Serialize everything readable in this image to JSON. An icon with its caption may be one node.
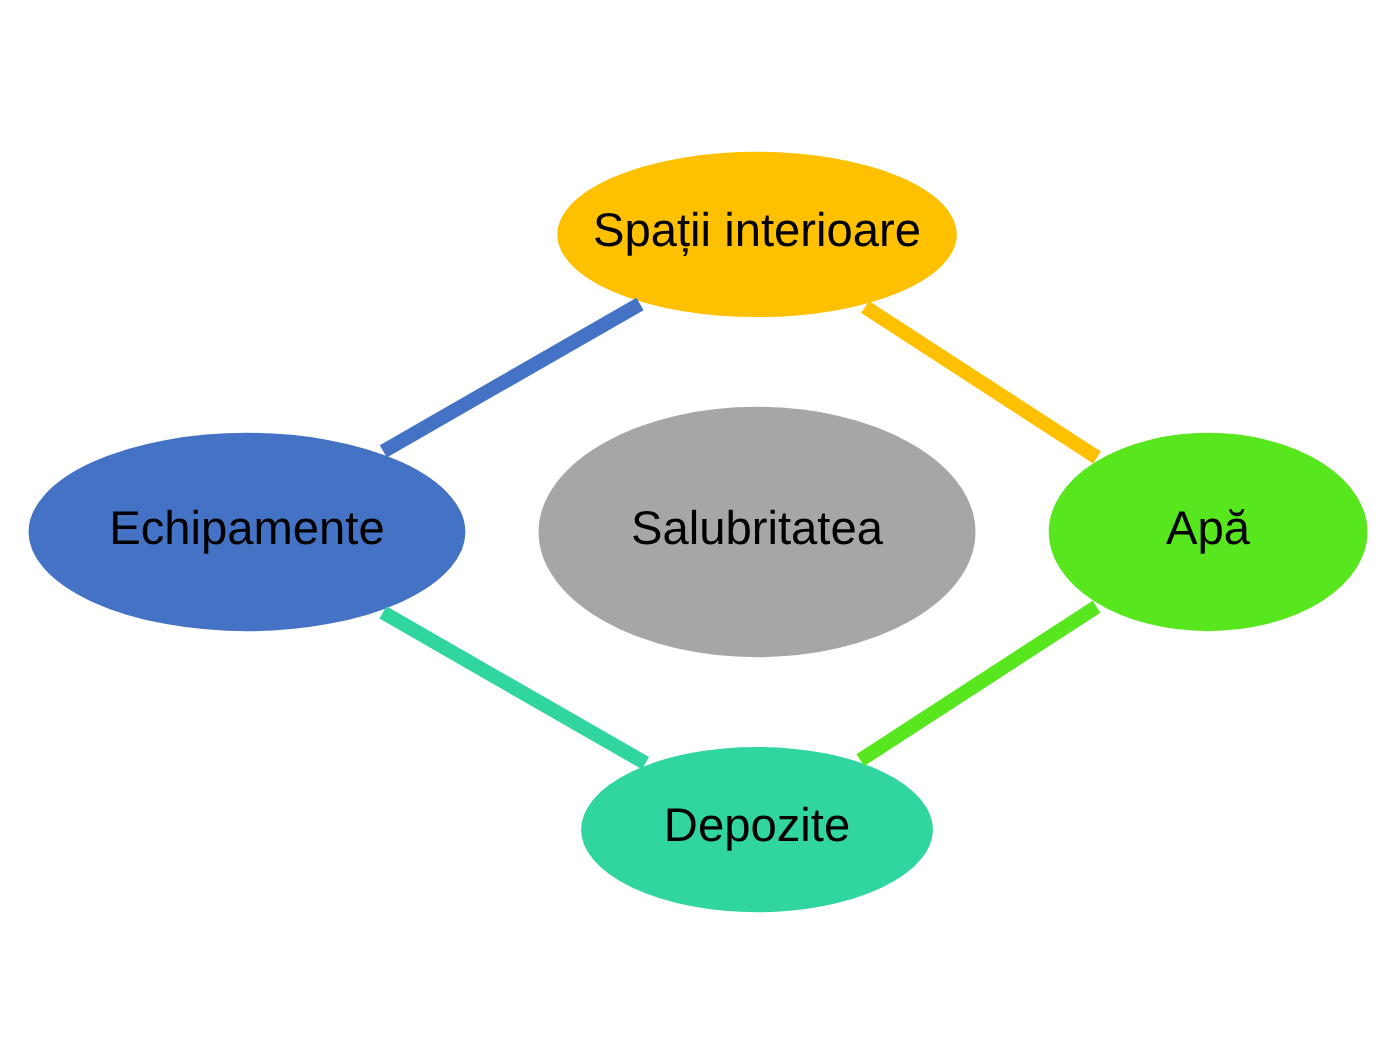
{
  "diagram": {
    "nodes": [
      {
        "text": [
          "Salubritatea"
        ]
      },
      {
        "text": [
          "Spații interioare"
        ]
      },
      {
        "text": [
          "Apă"
        ]
      },
      {
        "text": [
          "Depozite"
        ]
      },
      {
        "text": [
          "Echipamente"
        ]
      }
    ],
    "edges": [
      {
        "from": 1,
        "to": 2,
        "arrow": "none",
        "color": "#ffc000"
      },
      {
        "from": 2,
        "to": 3,
        "arrow": "none",
        "color": "#58e61e"
      },
      {
        "from": 3,
        "to": 4,
        "arrow": "none",
        "color": "#30d5a0"
      },
      {
        "from": 4,
        "to": 1,
        "arrow": "none",
        "color": "#4472c4"
      }
    ]
  }
}
